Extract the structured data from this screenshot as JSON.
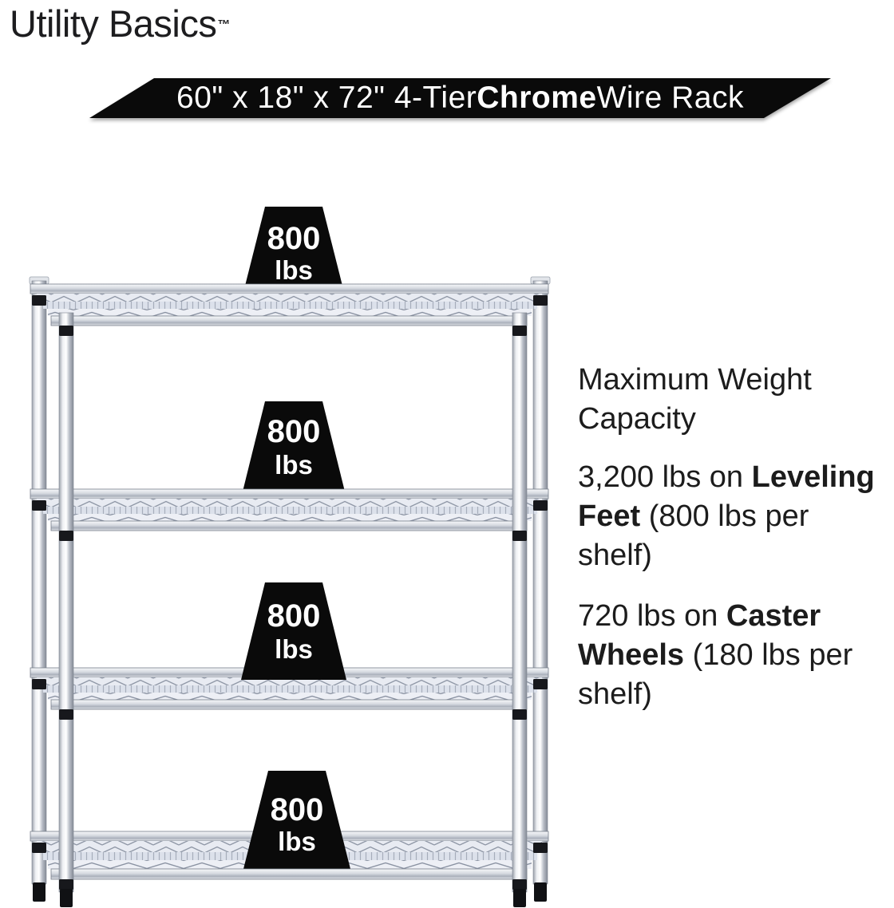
{
  "brand": {
    "name": "Utility Basics",
    "trademark": "™"
  },
  "banner": {
    "prefix": "60\" x 18\" x 72\" 4-Tier ",
    "highlight": "Chrome",
    "suffix": " Wire Rack"
  },
  "rack": {
    "description": "4-tier chrome wire shelving rack",
    "tiers": 4,
    "weights": [
      {
        "value": "800",
        "unit": "lbs"
      },
      {
        "value": "800",
        "unit": "lbs"
      },
      {
        "value": "800",
        "unit": "lbs"
      },
      {
        "value": "800",
        "unit": "lbs"
      }
    ]
  },
  "specs": {
    "heading": "Maximum Weight Capacity",
    "leveling": {
      "pre": "3,200 lbs on ",
      "bold": "Leveling Feet",
      "post": " (800 lbs per shelf)"
    },
    "casters": {
      "pre": "720 lbs on ",
      "bold": "Caster Wheels",
      "post": " (180 lbs per shelf)"
    }
  },
  "colors": {
    "background": "#ffffff",
    "banner_bg": "#0a0a0a",
    "weight_tag_bg": "#0a0a0a",
    "text": "#1c1c1c",
    "chrome_light": "#eef0f3",
    "chrome_dark": "#858b96"
  }
}
